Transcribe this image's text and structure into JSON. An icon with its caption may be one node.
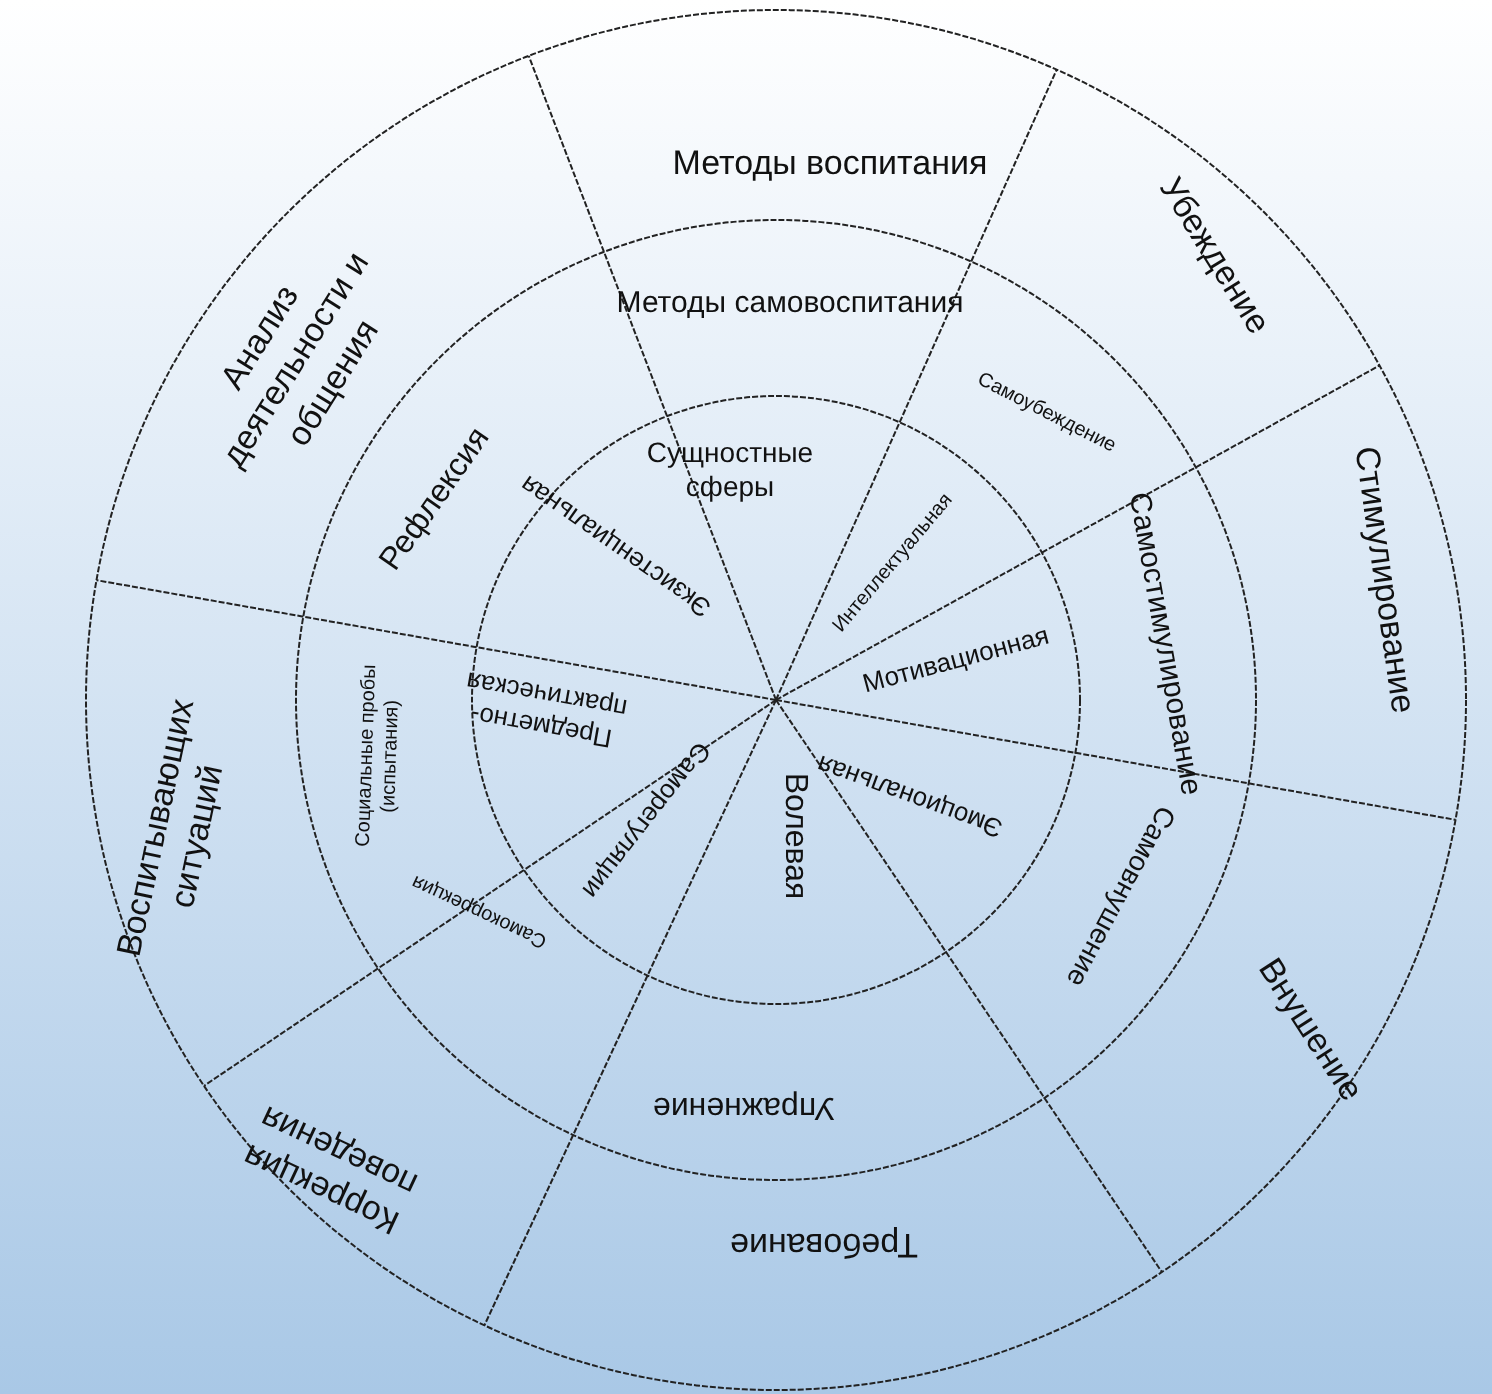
{
  "diagram": {
    "nodes": [
      {
        "text": [
          "Методы воспитания"
        ]
      },
      {
        "text": [
          "Убеждение"
        ]
      },
      {
        "text": [
          "Стимулирование"
        ]
      },
      {
        "text": [
          "Внушение"
        ]
      },
      {
        "text": [
          "Требование"
        ]
      },
      {
        "text": [
          "Коррекция поведения"
        ]
      },
      {
        "text": [
          "Воспитывающих ситуаций"
        ]
      },
      {
        "text": [
          "Анализ деятельности и общения"
        ]
      },
      {
        "text": [
          "Методы самовоспитания"
        ]
      },
      {
        "text": [
          "Самоубеждение"
        ]
      },
      {
        "text": [
          "Самостимулирование"
        ]
      },
      {
        "text": [
          "Самовнушение"
        ]
      },
      {
        "text": [
          "Упражнение"
        ]
      },
      {
        "text": [
          "Самокоррекция"
        ]
      },
      {
        "text": [
          "Социальные пробы (испытания)"
        ]
      },
      {
        "text": [
          "Рефлексия"
        ]
      },
      {
        "text": [
          "Сущностные сферы"
        ]
      },
      {
        "text": [
          "Интеллектуальная"
        ]
      },
      {
        "text": [
          "Мотивационная"
        ]
      },
      {
        "text": [
          "Эмоциональная"
        ]
      },
      {
        "text": [
          "Волевая"
        ]
      },
      {
        "text": [
          "Саморегуляции"
        ]
      },
      {
        "text": [
          "Предметно-практическая"
        ]
      },
      {
        "text": [
          "Экзистенциальная"
        ]
      }
    ]
  }
}
